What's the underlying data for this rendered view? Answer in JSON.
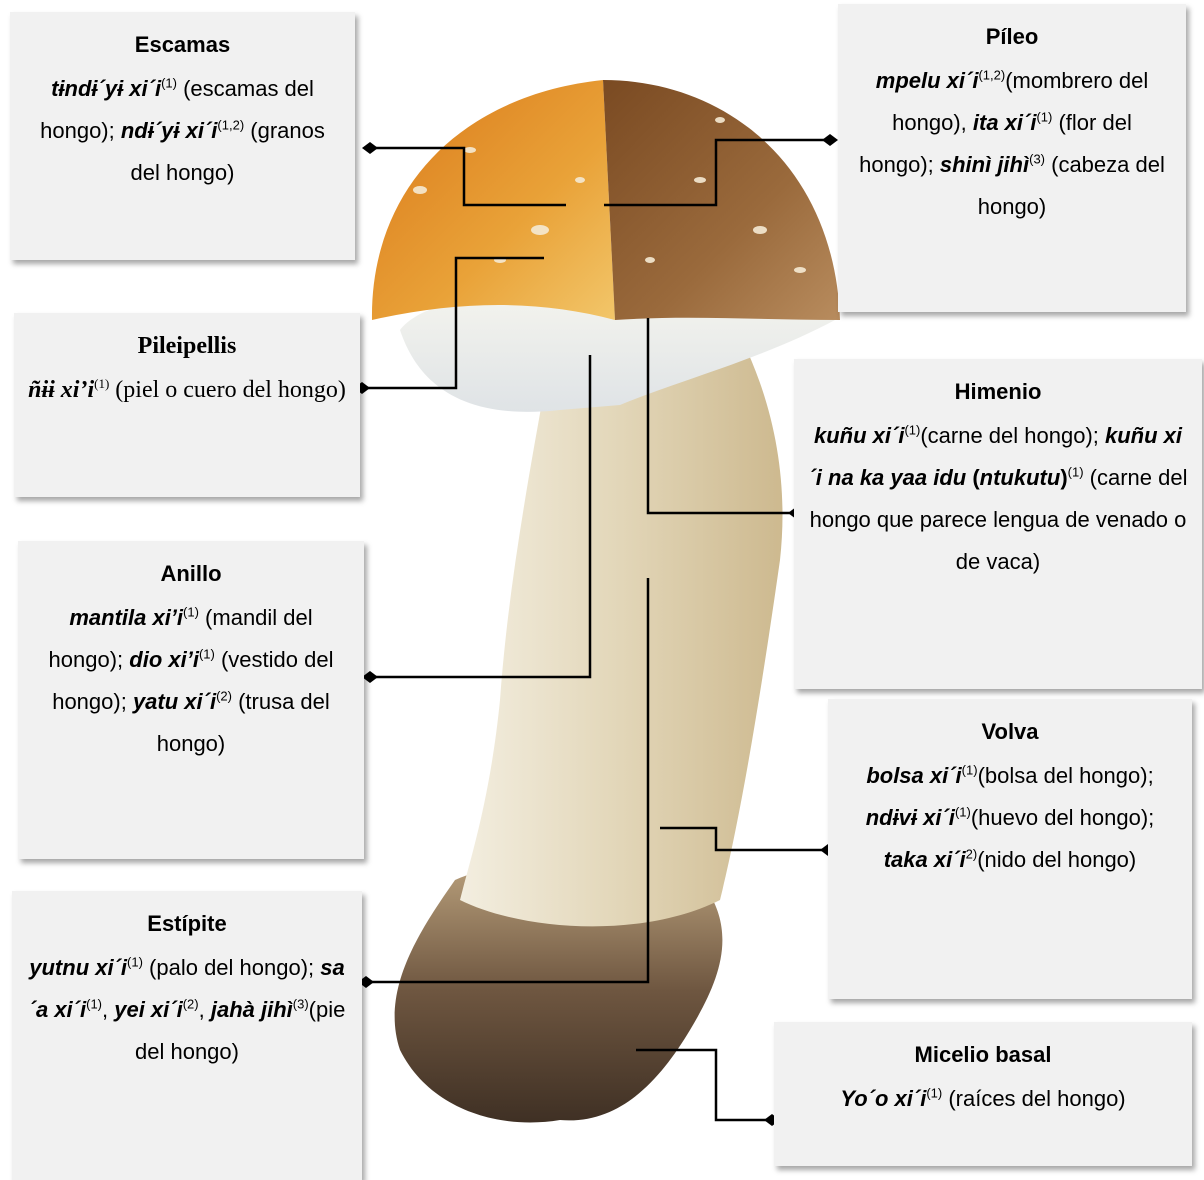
{
  "colors": {
    "box_bg": "#f1f1f1",
    "line": "#000000",
    "cap_orange": "#e08a1e",
    "cap_brown": "#8a5a2b",
    "stem": "#e6dcc4",
    "soil": "#5a4532"
  },
  "labels": [
    {
      "id": "escamas",
      "title": "Escamas",
      "parts": [
        {
          "t": "tɨndɨ´yɨ xi´i"
        },
        {
          "s": "(1)"
        },
        {
          "p": " (escamas del hongo); "
        },
        {
          "t": "ndɨ´yɨ xi´i"
        },
        {
          "s": "(1,2)"
        },
        {
          "p": " (granos del hongo)"
        }
      ]
    },
    {
      "id": "pileo",
      "title": "Píleo",
      "parts": [
        {
          "t": "mpelu xi´i"
        },
        {
          "s": "(1,2)"
        },
        {
          "p": "(mombrero del hongo), "
        },
        {
          "t": "ita xi´i"
        },
        {
          "s": "(1)"
        },
        {
          "p": " (flor del hongo); "
        },
        {
          "t": "shinì jihì"
        },
        {
          "s": "(3)"
        },
        {
          "p": " (cabeza del hongo)"
        }
      ]
    },
    {
      "id": "pileipellis",
      "title": "Pileipellis",
      "parts": [
        {
          "t": "ñɨɨ xi’i"
        },
        {
          "s": "(1)"
        },
        {
          "p": " (piel o cuero del hongo)"
        }
      ]
    },
    {
      "id": "himenio",
      "title": "Himenio",
      "parts": [
        {
          "t": "kuñu xi´i"
        },
        {
          "s": "(1)"
        },
        {
          "p": "(carne del hongo); "
        },
        {
          "t": "kuñu xi´i na ka yaa idu"
        },
        {
          "p": " "
        },
        {
          "b": "("
        },
        {
          "t": "ntukutu"
        },
        {
          "b": ")"
        },
        {
          "s": "(1)"
        },
        {
          "p": " (carne del hongo que parece lengua de venado o de vaca)"
        }
      ]
    },
    {
      "id": "anillo",
      "title": "Anillo",
      "parts": [
        {
          "t": "mantila xi’i"
        },
        {
          "s": "(1)"
        },
        {
          "p": " (mandil del hongo); "
        },
        {
          "t": "dio xi’i"
        },
        {
          "s": "(1)"
        },
        {
          "p": " (vestido del hongo); "
        },
        {
          "t": "yatu xi´i"
        },
        {
          "s": "(2)"
        },
        {
          "p": " (trusa del hongo)"
        }
      ]
    },
    {
      "id": "volva",
      "title": "Volva",
      "parts": [
        {
          "t": "bolsa xi´i"
        },
        {
          "s": "(1)"
        },
        {
          "p": "(bolsa del hongo); "
        },
        {
          "t": "ndɨvɨ xi´i"
        },
        {
          "s": "(1)"
        },
        {
          "p": "(huevo del hongo); "
        },
        {
          "t": "taka xi´i"
        },
        {
          "s": "2)"
        },
        {
          "p": "(nido del hongo)"
        }
      ]
    },
    {
      "id": "estipite",
      "title": "Estípite",
      "parts": [
        {
          "t": "yutnu xi´i"
        },
        {
          "s": "(1)"
        },
        {
          "p": " (palo del hongo); "
        },
        {
          "t": "sa´a xi´i"
        },
        {
          "s": "(1)"
        },
        {
          "p": ", "
        },
        {
          "t": "yei xi´i"
        },
        {
          "s": "(2)"
        },
        {
          "p": ", "
        },
        {
          "t": "jahà jihì"
        },
        {
          "s": "(3)"
        },
        {
          "p": "(pie del hongo)"
        }
      ]
    },
    {
      "id": "micelio",
      "title": "Micelio basal",
      "parts": [
        {
          "t": "Yo´o xi´i"
        },
        {
          "s": "(1)"
        },
        {
          "p": " (raíces del hongo)"
        }
      ]
    }
  ]
}
